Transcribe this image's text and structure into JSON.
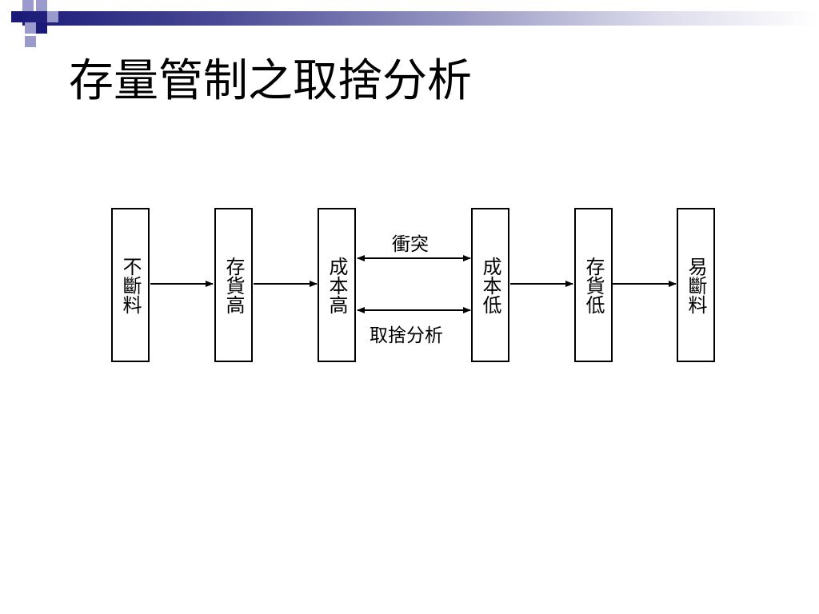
{
  "slide": {
    "title": "存量管制之取捨分析"
  },
  "diagram": {
    "nodes": [
      {
        "id": "n1",
        "label": "不斷料"
      },
      {
        "id": "n2",
        "label": "存貨高"
      },
      {
        "id": "n3",
        "label": "成本高"
      },
      {
        "id": "n4",
        "label": "成本低"
      },
      {
        "id": "n5",
        "label": "存貨低"
      },
      {
        "id": "n6",
        "label": "易斷料"
      }
    ],
    "edges": [
      {
        "from": "n1",
        "to": "n2",
        "direction": "forward"
      },
      {
        "from": "n2",
        "to": "n3",
        "direction": "forward"
      },
      {
        "from": "n3",
        "to": "n4",
        "direction": "both",
        "label": "衝突"
      },
      {
        "from": "n3",
        "to": "n4",
        "direction": "both",
        "label": "取捨分析"
      },
      {
        "from": "n4",
        "to": "n5",
        "direction": "forward"
      },
      {
        "from": "n5",
        "to": "n6",
        "direction": "forward"
      }
    ]
  },
  "theme": {
    "accent_dark": "#1a1a78",
    "accent_light": "#9a9acc",
    "stroke": "#000000"
  }
}
